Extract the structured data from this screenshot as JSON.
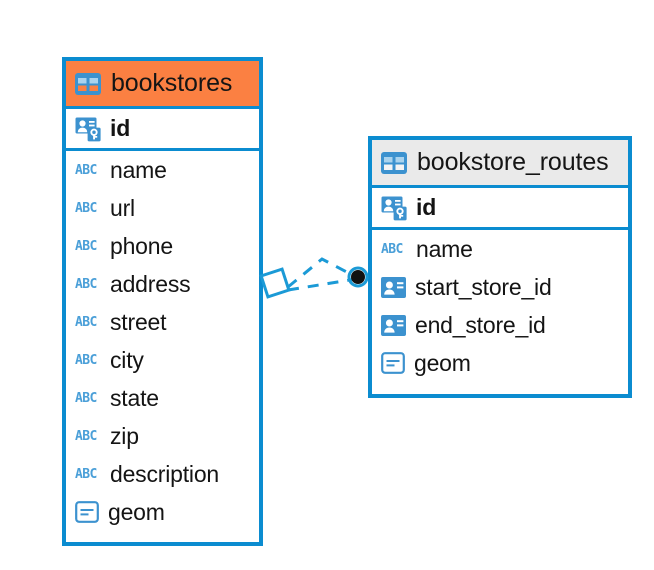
{
  "diagram": {
    "type": "database-schema-erd",
    "background_color": "#ffffff",
    "accent_color": "#0b8cd0",
    "selected_header_color": "#fb8042",
    "unselected_header_color": "#eaeaea",
    "icon_blue": "#3c92cf"
  },
  "entities": [
    {
      "name": "bookstores",
      "selected": true,
      "table_icon": "table-icon",
      "fields": [
        {
          "name": "id",
          "icon": "primary-key-icon",
          "type_class": "pk",
          "bold": true
        },
        {
          "name": "name",
          "icon": "abc-text-icon",
          "type_class": "text",
          "bold": false
        },
        {
          "name": "url",
          "icon": "abc-text-icon",
          "type_class": "text",
          "bold": false
        },
        {
          "name": "phone",
          "icon": "abc-text-icon",
          "type_class": "text",
          "bold": false
        },
        {
          "name": "address",
          "icon": "abc-text-icon",
          "type_class": "text",
          "bold": false
        },
        {
          "name": "street",
          "icon": "abc-text-icon",
          "type_class": "text",
          "bold": false
        },
        {
          "name": "city",
          "icon": "abc-text-icon",
          "type_class": "text",
          "bold": false
        },
        {
          "name": "state",
          "icon": "abc-text-icon",
          "type_class": "text",
          "bold": false
        },
        {
          "name": "zip",
          "icon": "abc-text-icon",
          "type_class": "text",
          "bold": false
        },
        {
          "name": "description",
          "icon": "abc-text-icon",
          "type_class": "text",
          "bold": false
        },
        {
          "name": "geom",
          "icon": "geometry-icon",
          "type_class": "geom",
          "bold": false
        }
      ]
    },
    {
      "name": "bookstore_routes",
      "selected": false,
      "table_icon": "table-icon",
      "fields": [
        {
          "name": "id",
          "icon": "primary-key-icon",
          "type_class": "pk",
          "bold": true
        },
        {
          "name": "name",
          "icon": "abc-text-icon",
          "type_class": "text",
          "bold": false
        },
        {
          "name": "start_store_id",
          "icon": "foreign-key-icon",
          "type_class": "fk",
          "bold": false
        },
        {
          "name": "end_store_id",
          "icon": "foreign-key-icon",
          "type_class": "fk",
          "bold": false
        },
        {
          "name": "geom",
          "icon": "geometry-icon",
          "type_class": "geom",
          "bold": false
        }
      ]
    }
  ],
  "relationship": {
    "style": "dashed",
    "color": "#1b9ad6",
    "source_marker": "diamond-outline",
    "target_marker": "filled-circle",
    "target_marker_color": "#111111",
    "branches": 2
  },
  "icon_labels": {
    "abc": "ABC"
  }
}
